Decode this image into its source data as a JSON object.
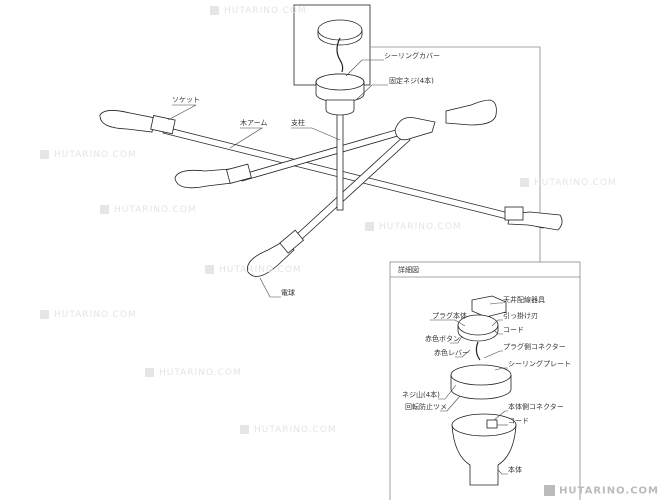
{
  "watermark": "HUTARINO.COM",
  "main_labels": {
    "ceiling_cover": "シーリングカバー",
    "fixing_screws": "固定ネジ(4本)",
    "socket": "ソケット",
    "wood_arm": "木アーム",
    "pole": "支柱",
    "bulb": "電球"
  },
  "detail": {
    "title": "詳細図",
    "labels": {
      "ceiling_fixture": "天井配線器具",
      "plug_body": "プラグ本体",
      "hook_blade": "引っ掛け刃",
      "cord_top": "コード",
      "red_button": "赤色ボタン",
      "plug_connector": "プラグ側コネクター",
      "red_lever": "赤色レバー",
      "ceiling_plate": "シーリングプレート",
      "thread_screws": "ネジ山(4本)",
      "anti_rotation_tab": "回転防止ツメ",
      "body_connector": "本体側コネクター",
      "cord_bottom": "コード",
      "body": "本体"
    }
  }
}
